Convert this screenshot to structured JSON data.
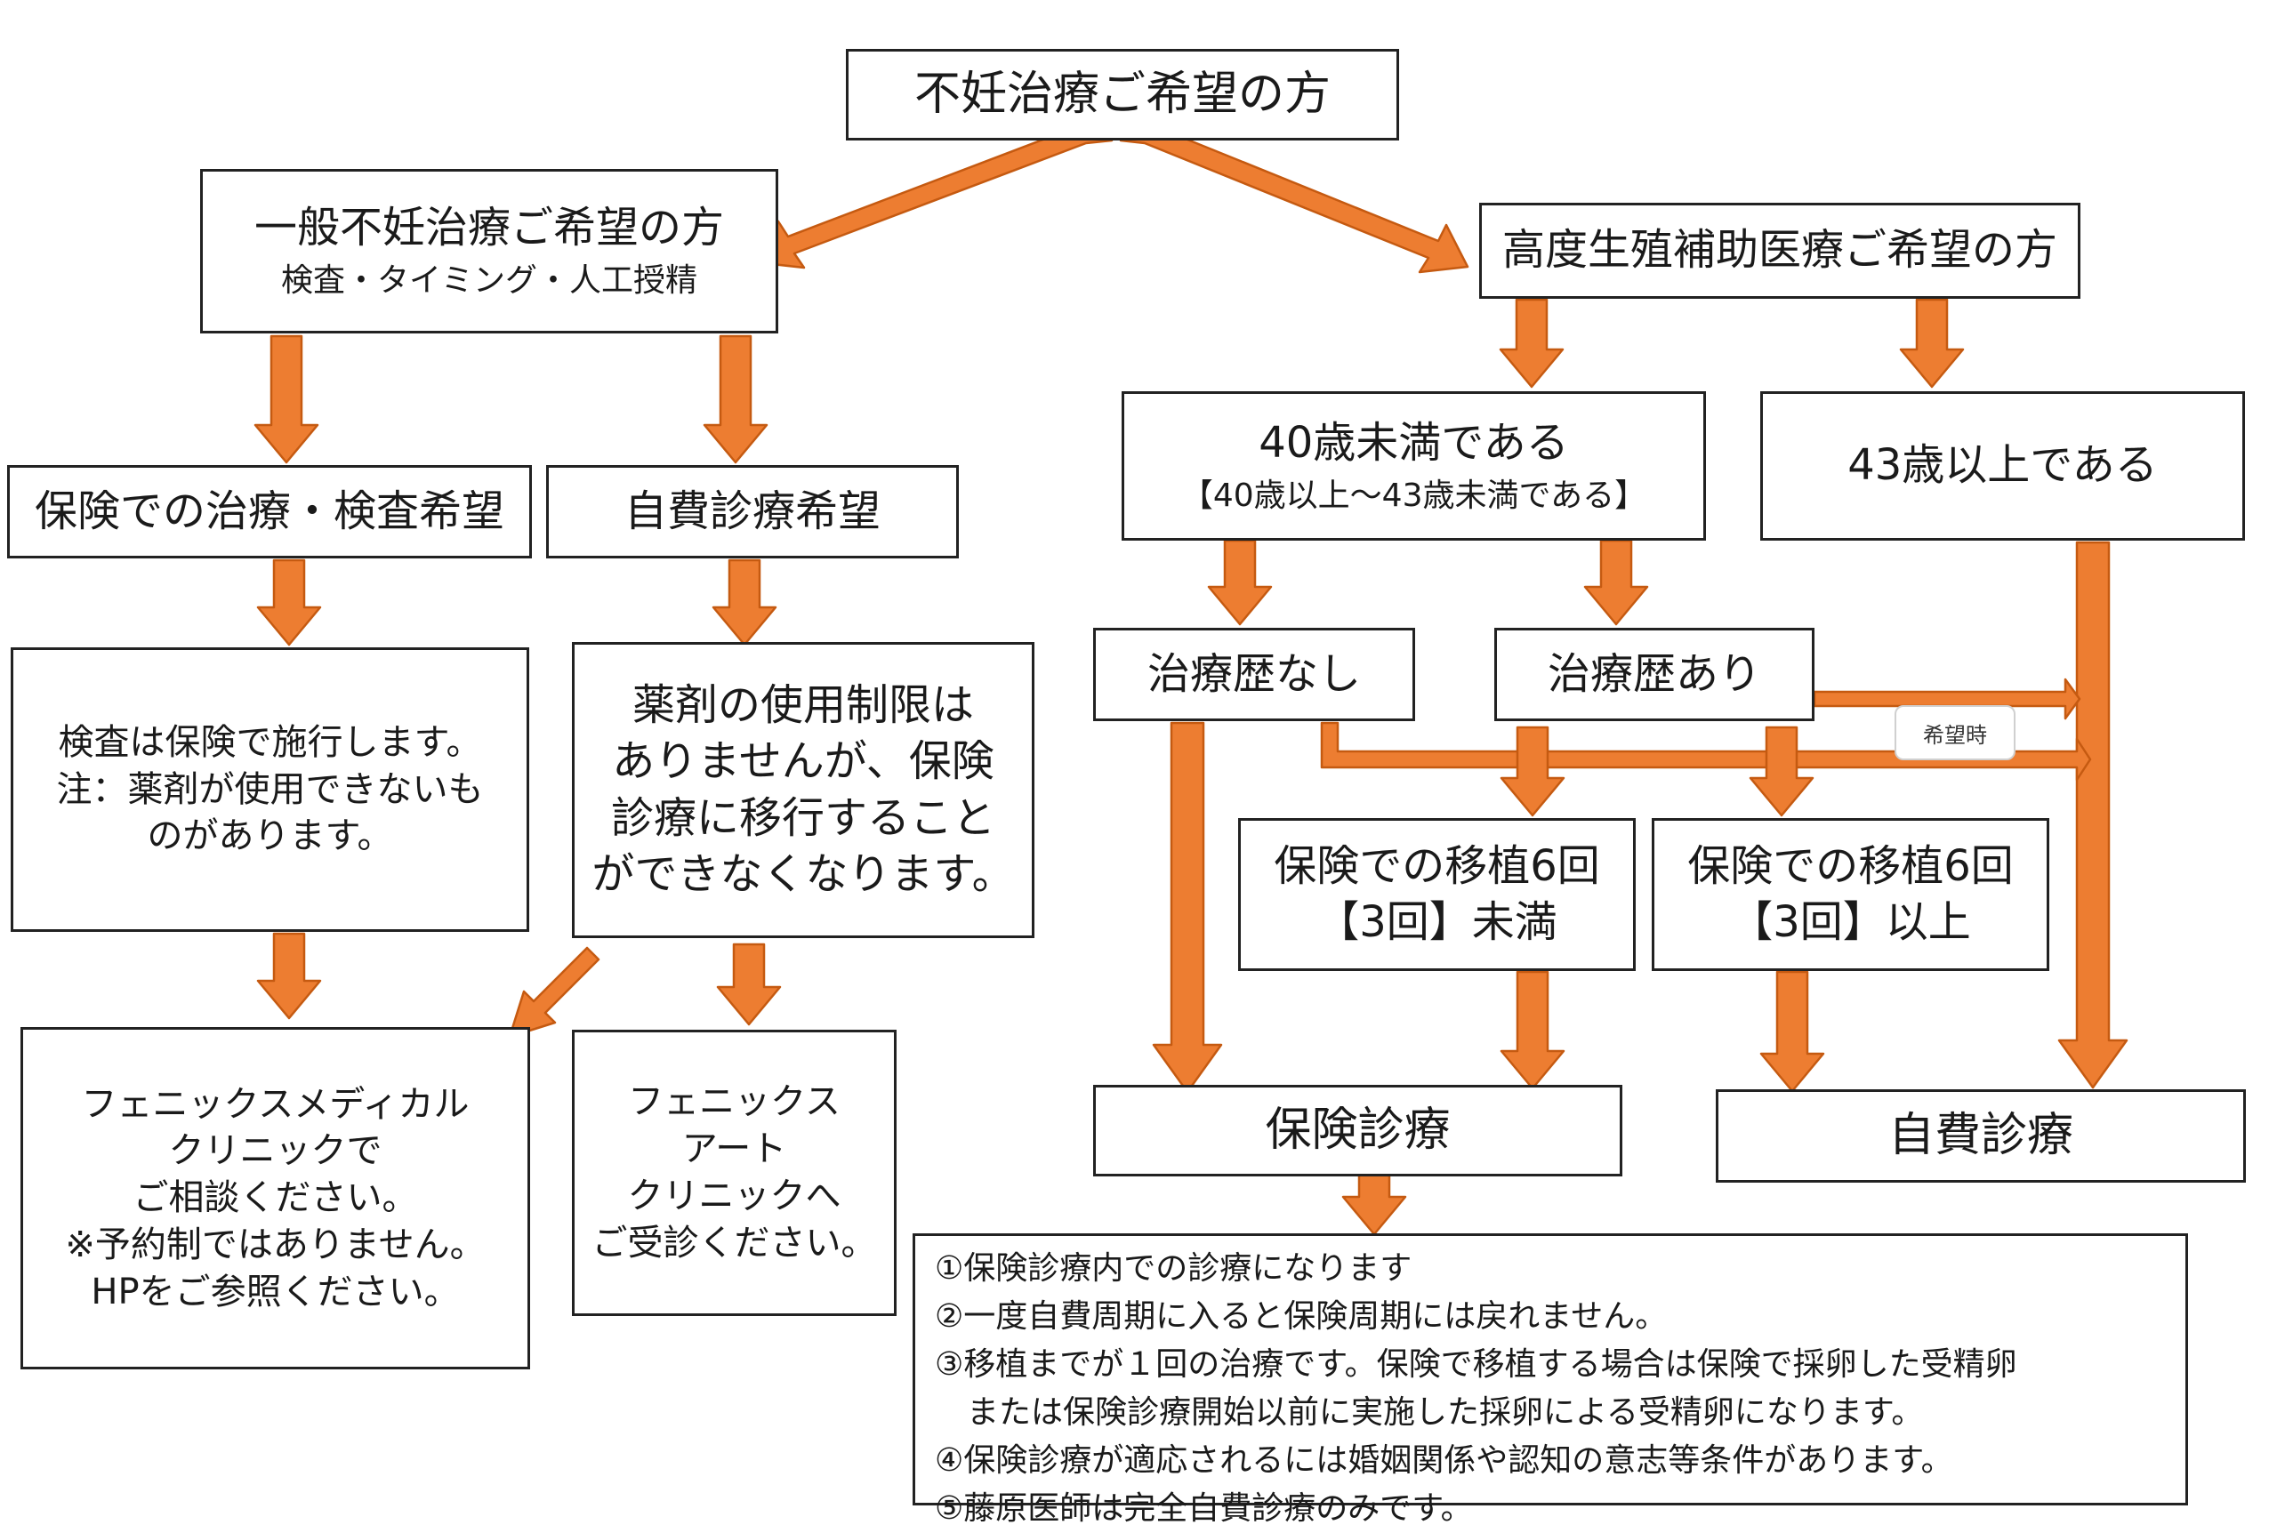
{
  "top": {
    "title": "不妊治療ご希望の方"
  },
  "general": {
    "title": "一般不妊治療ご希望の方",
    "sub": "検査・タイミング・人工授精"
  },
  "advanced": {
    "title": "高度生殖補助医療ご希望の方"
  },
  "insurance_test": {
    "label": "保険での治療・検査希望"
  },
  "self_pay_wish": {
    "label": "自費診療希望"
  },
  "insurance_test_note": {
    "lines": [
      "検査は保険で施行します。",
      "注：薬剤が使用できないも",
      "のがあります。"
    ]
  },
  "self_pay_note": {
    "lines": [
      "薬剤の使用制限は",
      "ありませんが、保険",
      "診療に移行すること",
      "ができなくなります。"
    ]
  },
  "medical_clinic": {
    "lines": [
      "フェニックスメディカル",
      "クリニックで",
      "ご相談ください。",
      "※予約制ではありません。",
      "HPをご参照ください。"
    ]
  },
  "art_clinic": {
    "lines": [
      "フェニックス",
      "アート",
      "クリニックへ",
      "ご受診ください。"
    ]
  },
  "under40": {
    "title": "40歳未満である",
    "sub": "【40歳以上～43歳未満である】"
  },
  "over43": {
    "label": "43歳以上である"
  },
  "no_history": {
    "label": "治療歴なし"
  },
  "with_history": {
    "label": "治療歴あり"
  },
  "transfer_under": {
    "lines": [
      "保険での移植6回",
      "【3回】未満"
    ]
  },
  "transfer_over": {
    "lines": [
      "保険での移植6回",
      "【3回】以上"
    ]
  },
  "insurance_care": {
    "label": "保険診療"
  },
  "self_pay_care": {
    "label": "自費診療"
  },
  "on_request": {
    "label": "希望時"
  },
  "notes": {
    "lines": [
      "①保険診療内での診療になります",
      "②一度自費周期に入ると保険周期には戻れません。",
      "③移植までが１回の治療です。保険で移植する場合は保険で採卵した受精卵",
      "または保険診療開始以前に実施した採卵による受精卵になります。",
      "④保険診療が適応されるには婚姻関係や認知の意志等条件があります。",
      "⑤藤原医師は完全自費診療のみです。"
    ]
  },
  "colors": {
    "arrow": "#ED7D31",
    "arrow_stroke": "#C55A11",
    "border": "#222222"
  }
}
